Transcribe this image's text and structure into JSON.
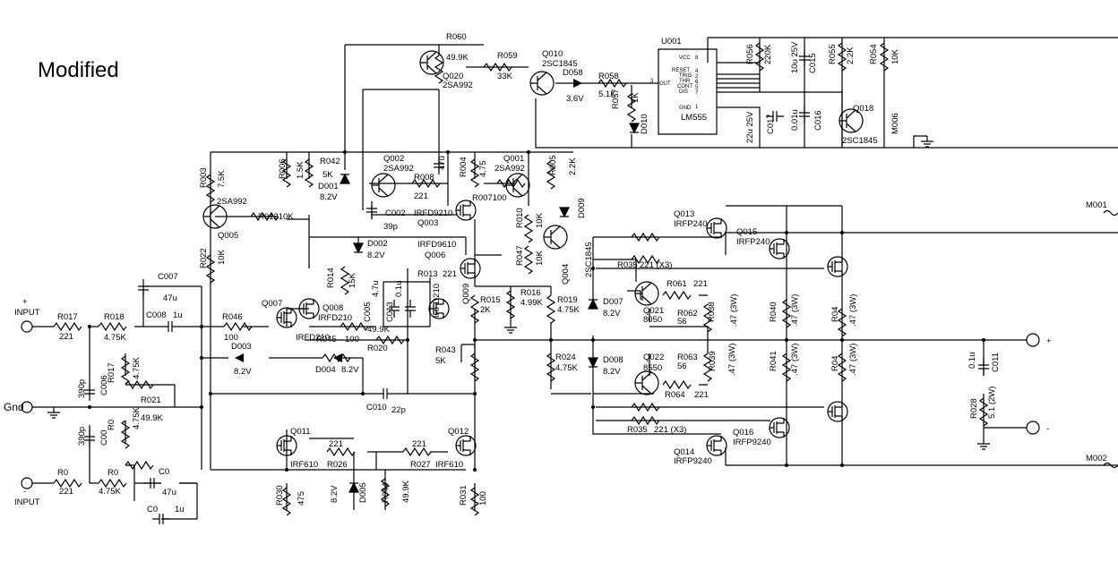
{
  "title": "Modified",
  "terminals": {
    "in_plus": "+",
    "input_top": "INPUT",
    "gnd": "Gnd",
    "in_minus": "-",
    "input_bottom": "INPUT",
    "out_plus": "+",
    "out_minus": "-",
    "m001": "M001",
    "m002": "M002"
  },
  "labels": [
    "R060",
    "49.9K",
    "R059",
    "33K",
    "Q020",
    "2SA992",
    "Q010",
    "2SC1845",
    "D058",
    "3.6V",
    "R058",
    "5.1K",
    "R057",
    "1K",
    "D010",
    "U001",
    "LM555",
    "R056",
    "220K",
    "10u 25V",
    "C015",
    "R055",
    "2.2K",
    "R054",
    "10K",
    "Q018",
    "2SC1845",
    "M006",
    "22u 25V",
    "C017",
    "0.01u",
    "C016",
    "R003",
    "7.5K",
    "2SA992",
    "Q005",
    "R01210K",
    "R006",
    "1.5K",
    "R042",
    "5K",
    "D001",
    "8.2V",
    "Q002",
    "2SA992",
    "R008",
    "221",
    "47u",
    "R004",
    "4.75",
    "Q001",
    "2SA992",
    "R007100",
    "R005",
    "2.2K",
    "D009",
    "C002",
    "39p",
    "IRFD9210",
    "Q003",
    "R010",
    "10K",
    "R047",
    "10K",
    "Q004",
    "2SC1845",
    "R022",
    "10K",
    "D002",
    "8.2V",
    "IRFD9610",
    "Q006",
    "R013",
    "221",
    "Q013",
    "IRFP240",
    "Q015",
    "IRFP240",
    "R035",
    "221 (X3)",
    "R014",
    "15K",
    "C007",
    "47u",
    "Q007",
    "Q008",
    "IRFD210",
    "C005",
    "4.7u",
    "C013",
    "0.1u",
    "IRFD210",
    "Q009",
    "R015",
    "2K",
    "R016",
    "4.99K",
    "R019",
    "4.75K",
    "D007",
    "8.2V",
    "Q021",
    "8050",
    "R061",
    "221",
    "R062",
    "56",
    "R038",
    ".47 (3W)",
    "R040",
    ".47 (3W)",
    "R04",
    ".47 (3W)",
    "R017",
    "221",
    "R018",
    "4.75K",
    "C008",
    "1u",
    "R046",
    "100",
    "IRFD210",
    "D003",
    "8.2V",
    "R045",
    "100",
    "49.9K",
    "R020",
    "D004",
    "8.2V",
    "R043",
    "5K",
    "R024",
    "4.75K",
    "D008",
    "8.2V",
    "Q022",
    "8550",
    "R063",
    "56",
    "R039",
    ".47 (3W)",
    "R041",
    ".47 (3W)",
    "R04",
    ".47 (3W)",
    "0.1u",
    "C011",
    "C006",
    "390p",
    "R017",
    "4.75K",
    "R021",
    "49.9K",
    "R064",
    "221",
    "C010",
    "22p",
    "R028",
    "5.1 (2W)",
    "C00",
    "390p",
    "R0",
    "4.75K",
    "Q011",
    "221",
    "R026",
    "221",
    "R027",
    "Q012",
    "R035",
    "221 (X3)",
    "Q016",
    "IRFP9240",
    "Q014",
    "IRFP9240",
    "IRF610",
    "IRF610",
    "R0",
    "221",
    "R0",
    "4.75K",
    "C0",
    "47u",
    "8.2V",
    "D005",
    "R044",
    "49.9K",
    "C0",
    "1u",
    "R030",
    "475",
    "R031",
    "100"
  ],
  "u001_pins": [
    "VCC",
    "RESET",
    "TRIG",
    "THR",
    "CONT",
    "DIS",
    "GND",
    "8",
    "4",
    "2",
    "6",
    "5",
    "7",
    "1",
    "OUT",
    "3"
  ],
  "colors": {
    "ink": "#000000",
    "background": "#ffffff"
  }
}
